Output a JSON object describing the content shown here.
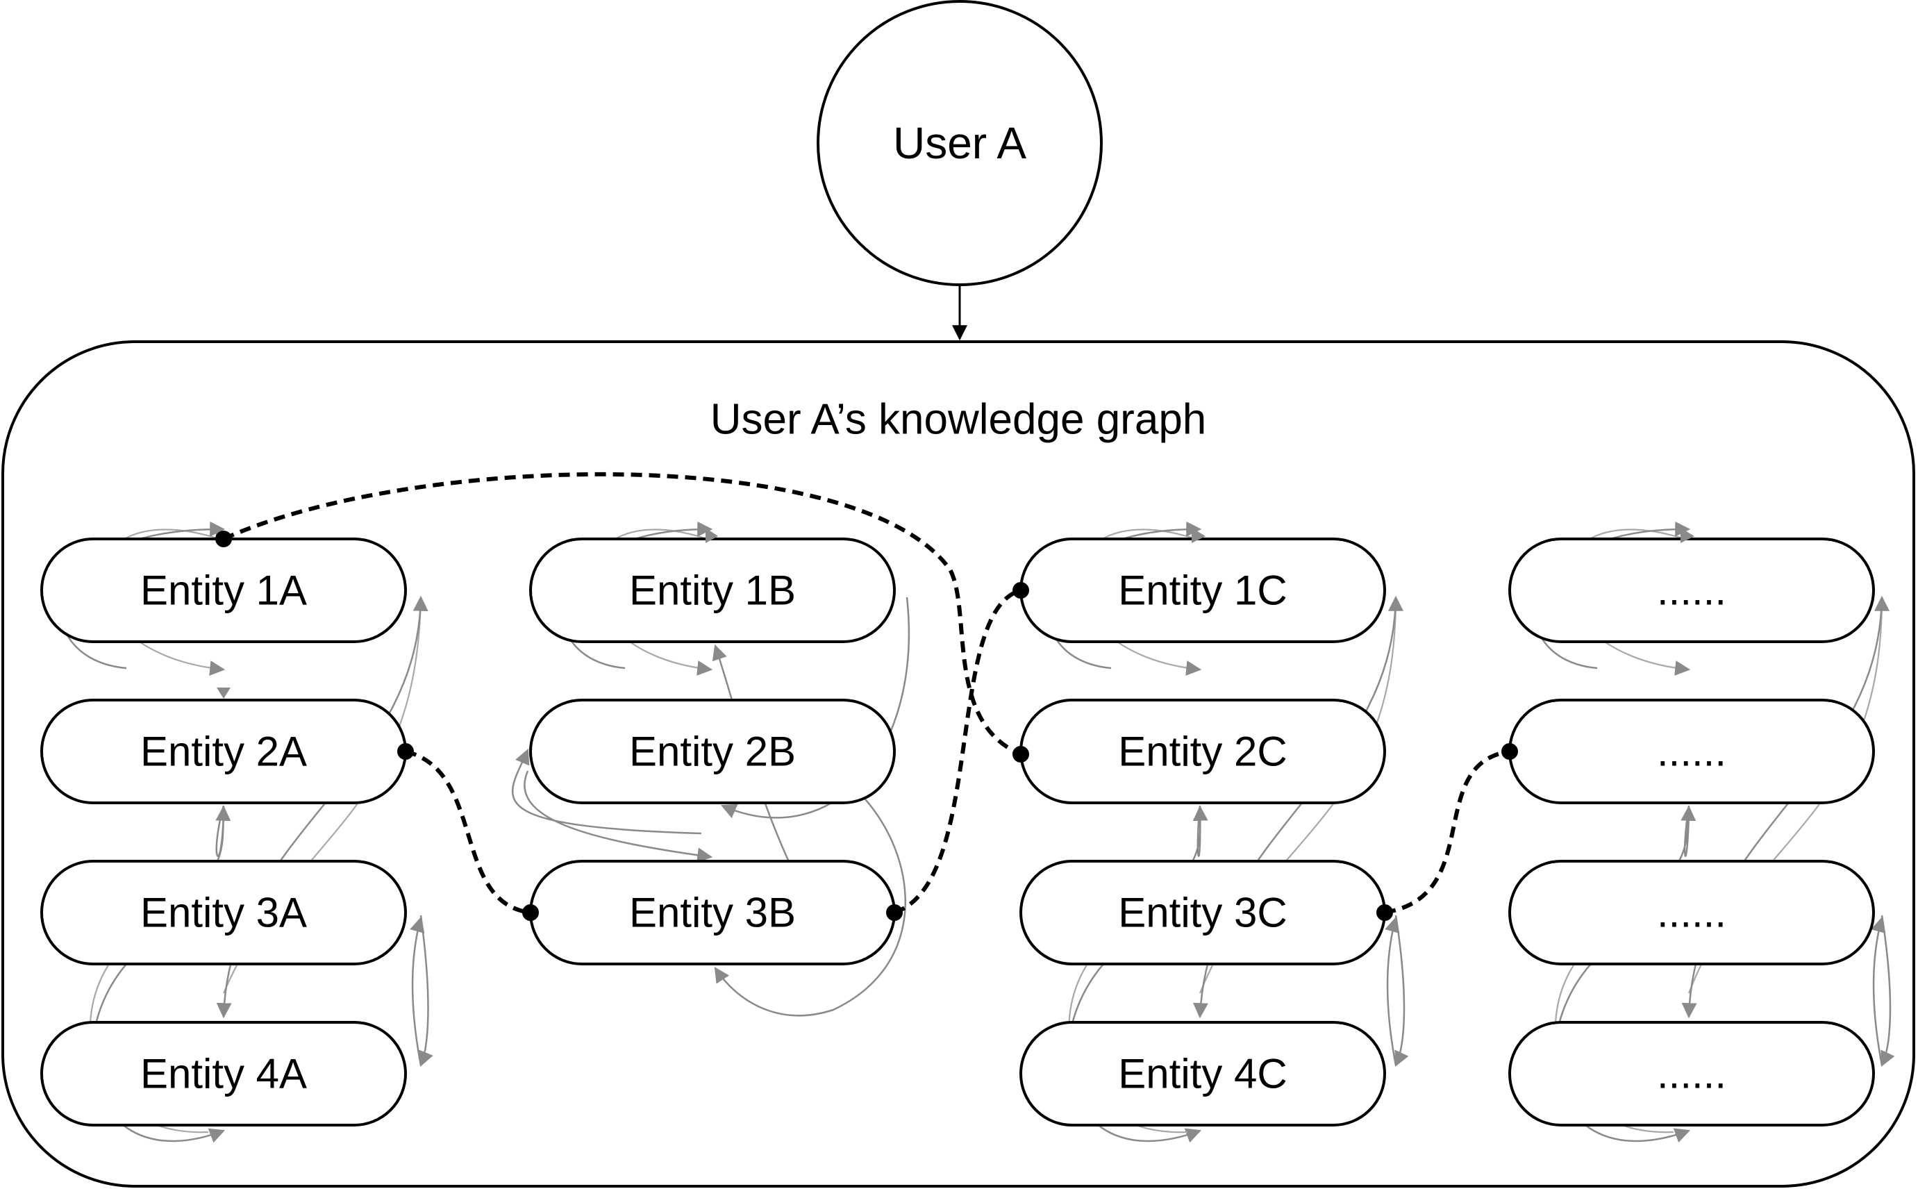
{
  "user": {
    "label": "User A"
  },
  "graph": {
    "title": "User A’s knowledge graph"
  },
  "columns": [
    {
      "id": "A",
      "entities": [
        "Entity 1A",
        "Entity 2A",
        "Entity 3A",
        "Entity 4A"
      ]
    },
    {
      "id": "B",
      "entities": [
        "Entity 1B",
        "Entity 2B",
        "Entity 3B"
      ]
    },
    {
      "id": "C",
      "entities": [
        "Entity 1C",
        "Entity 2C",
        "Entity 3C",
        "Entity 4C"
      ]
    },
    {
      "id": "D",
      "entities": [
        "......",
        "......",
        "......",
        "......"
      ]
    }
  ],
  "colors": {
    "stroke": "#000000",
    "thin_edge": "#8a8a8a",
    "background": "#ffffff"
  },
  "edge_styles": {
    "intra_column": "thin gray arrow",
    "cross_column": "dashed black with dot endpoints"
  }
}
